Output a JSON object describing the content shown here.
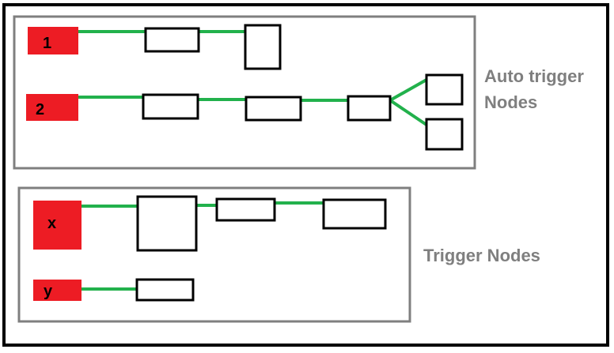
{
  "groups": [
    {
      "label_lines": [
        "Auto trigger",
        "Nodes"
      ],
      "nodes": [
        "1",
        "2"
      ]
    },
    {
      "label": "Trigger Nodes",
      "nodes": [
        "x",
        "y"
      ]
    }
  ],
  "colors": {
    "outer_border": "#000000",
    "group_border": "#7f7f7f",
    "trigger_fill": "#ed1c24",
    "connector": "#22b14c",
    "node_border": "#000000",
    "label_text": "#7f7f7f",
    "trigger_text": "#000000"
  }
}
